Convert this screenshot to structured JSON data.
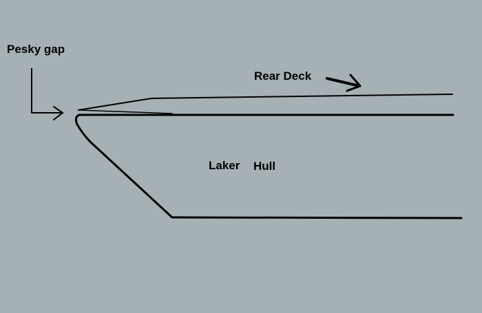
{
  "diagram": {
    "background_color": "#a6b1b5",
    "line_color": "#000000",
    "labels": {
      "pesky_gap": "Pesky gap",
      "rear_deck": "Rear Deck",
      "hull_word_1": "Laker",
      "hull_word_2": "Hull"
    },
    "icons": {
      "gap_pointer": "elbow-arrow-right-icon",
      "deck_pointer": "arrow-right-icon"
    }
  }
}
